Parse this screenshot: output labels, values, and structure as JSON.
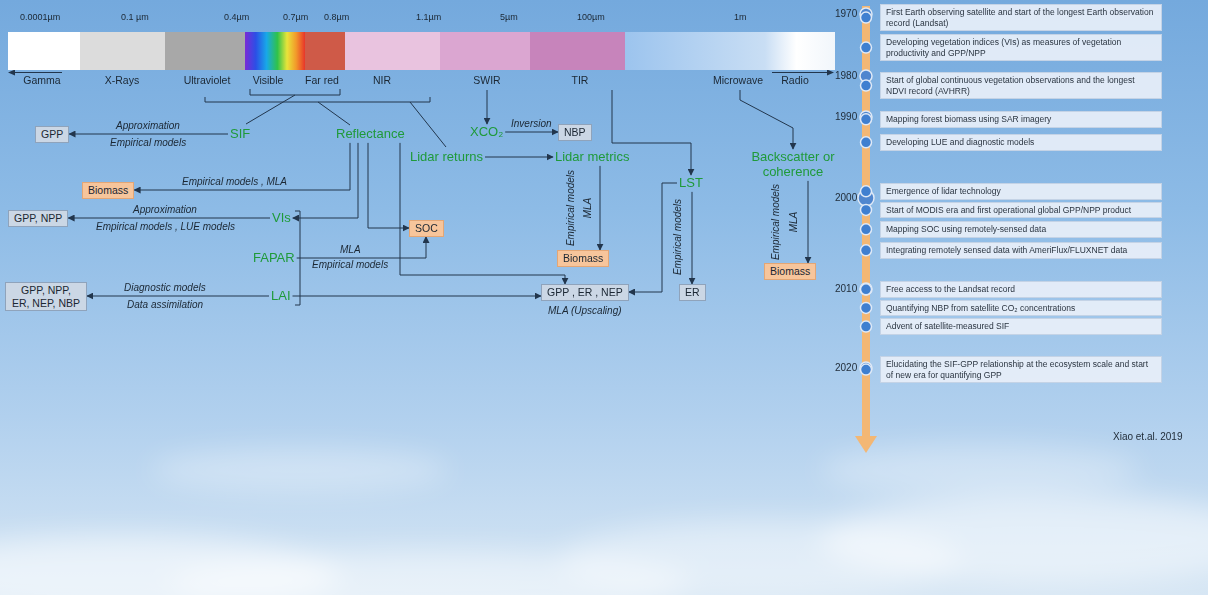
{
  "diagram": {
    "nodes": [
      {
        "text": [
          "Gamma"
        ]
      },
      {
        "text": [
          "X-Rays"
        ]
      },
      {
        "text": [
          "Ultraviolet"
        ]
      },
      {
        "text": [
          "Visible"
        ]
      },
      {
        "text": [
          "Far red"
        ]
      },
      {
        "text": [
          "NIR"
        ]
      },
      {
        "text": [
          "SWIR"
        ]
      },
      {
        "text": [
          "TIR"
        ]
      },
      {
        "text": [
          "Microwave"
        ]
      },
      {
        "text": [
          "Radio"
        ]
      },
      {
        "text": [
          "GPP"
        ]
      },
      {
        "text": [
          "SIF"
        ]
      },
      {
        "text": [
          "Reflectance"
        ]
      },
      {
        "text": [
          "XCO₂"
        ]
      },
      {
        "text": [
          "NBP"
        ]
      },
      {
        "text": [
          "Lidar returns"
        ]
      },
      {
        "text": [
          "Lidar metrics"
        ]
      },
      {
        "text": [
          "Backscatter or coherence"
        ]
      },
      {
        "text": [
          "Biomass"
        ]
      },
      {
        "text": [
          "LST"
        ]
      },
      {
        "text": [
          "GPP, NPP"
        ]
      },
      {
        "text": [
          "VIs"
        ]
      },
      {
        "text": [
          "SOC"
        ]
      },
      {
        "text": [
          "FAPAR"
        ]
      },
      {
        "text": [
          "Biomass"
        ]
      },
      {
        "text": [
          "Biomass"
        ]
      },
      {
        "text": [
          "GPP, NPP, ER, NEP, NBP"
        ]
      },
      {
        "text": [
          "LAI"
        ]
      },
      {
        "text": [
          "GPP , ER , NEP"
        ]
      },
      {
        "text": [
          "ER"
        ]
      },
      {
        "text": [
          "First Earth observing satellite and start of the longest Earth observation record (Landsat)"
        ]
      },
      {
        "text": [
          "Developing vegetation indices (VIs) as measures of vegetation productivity and GPP/NPP"
        ]
      },
      {
        "text": [
          "Start of global continuous vegetation observations and the longest NDVI record (AVHRR)"
        ]
      },
      {
        "text": [
          "Mapping forest biomass using SAR imagery"
        ]
      },
      {
        "text": [
          "Developing LUE and diagnostic models"
        ]
      },
      {
        "text": [
          "Emergence of lidar technology"
        ]
      },
      {
        "text": [
          "Start of MODIS era and first operational global GPP/NPP product"
        ]
      },
      {
        "text": [
          "Mapping SOC using remotely-sensed data"
        ]
      },
      {
        "text": [
          "Integrating remotely sensed data with AmeriFlux/FLUXNET data"
        ]
      },
      {
        "text": [
          "Free access to the Landsat record"
        ]
      },
      {
        "text": [
          "Quantifying NBP from satellite CO₂ concentrations"
        ]
      },
      {
        "text": [
          "Advent of satellite-measured SIF"
        ]
      },
      {
        "text": [
          "Elucidating the SIF-GPP relationship at the ecosystem scale and start of new era for quantifying GPP"
        ]
      }
    ],
    "edges": [
      {
        "from": 11,
        "to": 10,
        "arrow": "to",
        "label": "Approximation"
      },
      {
        "from": 13,
        "to": 14,
        "arrow": "to",
        "label": "Inversion"
      },
      {
        "from": 6,
        "to": 13,
        "arrow": "to"
      },
      {
        "from": 15,
        "to": 16,
        "arrow": "to"
      },
      {
        "from": 7,
        "to": 19,
        "arrow": "to"
      },
      {
        "from": 8,
        "to": 17,
        "arrow": "to"
      },
      {
        "from": 12,
        "to": 18,
        "arrow": "to",
        "label": "Empirical models , MLA"
      },
      {
        "from": 21,
        "to": 20,
        "arrow": "to",
        "label": "Approximation"
      },
      {
        "from": 12,
        "to": 21,
        "arrow": "to"
      },
      {
        "from": 12,
        "to": 22,
        "arrow": "to"
      },
      {
        "from": 23,
        "to": 22,
        "arrow": "to",
        "label": "MLA"
      },
      {
        "from": 16,
        "to": 24,
        "arrow": "to",
        "label": "Empirical models"
      },
      {
        "from": 17,
        "to": 25,
        "arrow": "to",
        "label": "Empirical models"
      },
      {
        "from": 27,
        "to": 26,
        "arrow": "to",
        "label": "Diagnostic models"
      },
      {
        "from": 12,
        "to": 28,
        "arrow": "to"
      },
      {
        "from": 27,
        "to": 28,
        "arrow": "to"
      },
      {
        "from": 19,
        "to": 28,
        "arrow": "to"
      },
      {
        "from": 19,
        "to": 29,
        "arrow": "to",
        "label": "Empirical models"
      }
    ],
    "labels": [
      "0.0001µm",
      "0.1 µm",
      "0.4µm",
      "0.7µm",
      "0.8µm",
      "1.1µm",
      "5µm",
      "100µm",
      "1m",
      "Empirical models",
      "Empirical models , LUE models",
      "Empirical models",
      "MLA",
      "MLA",
      "Data assimilation",
      "MLA (Upscaling)",
      "1970",
      "1980",
      "1990",
      "2000",
      "2010",
      "2020",
      "Xiao et.al. 2019"
    ]
  }
}
